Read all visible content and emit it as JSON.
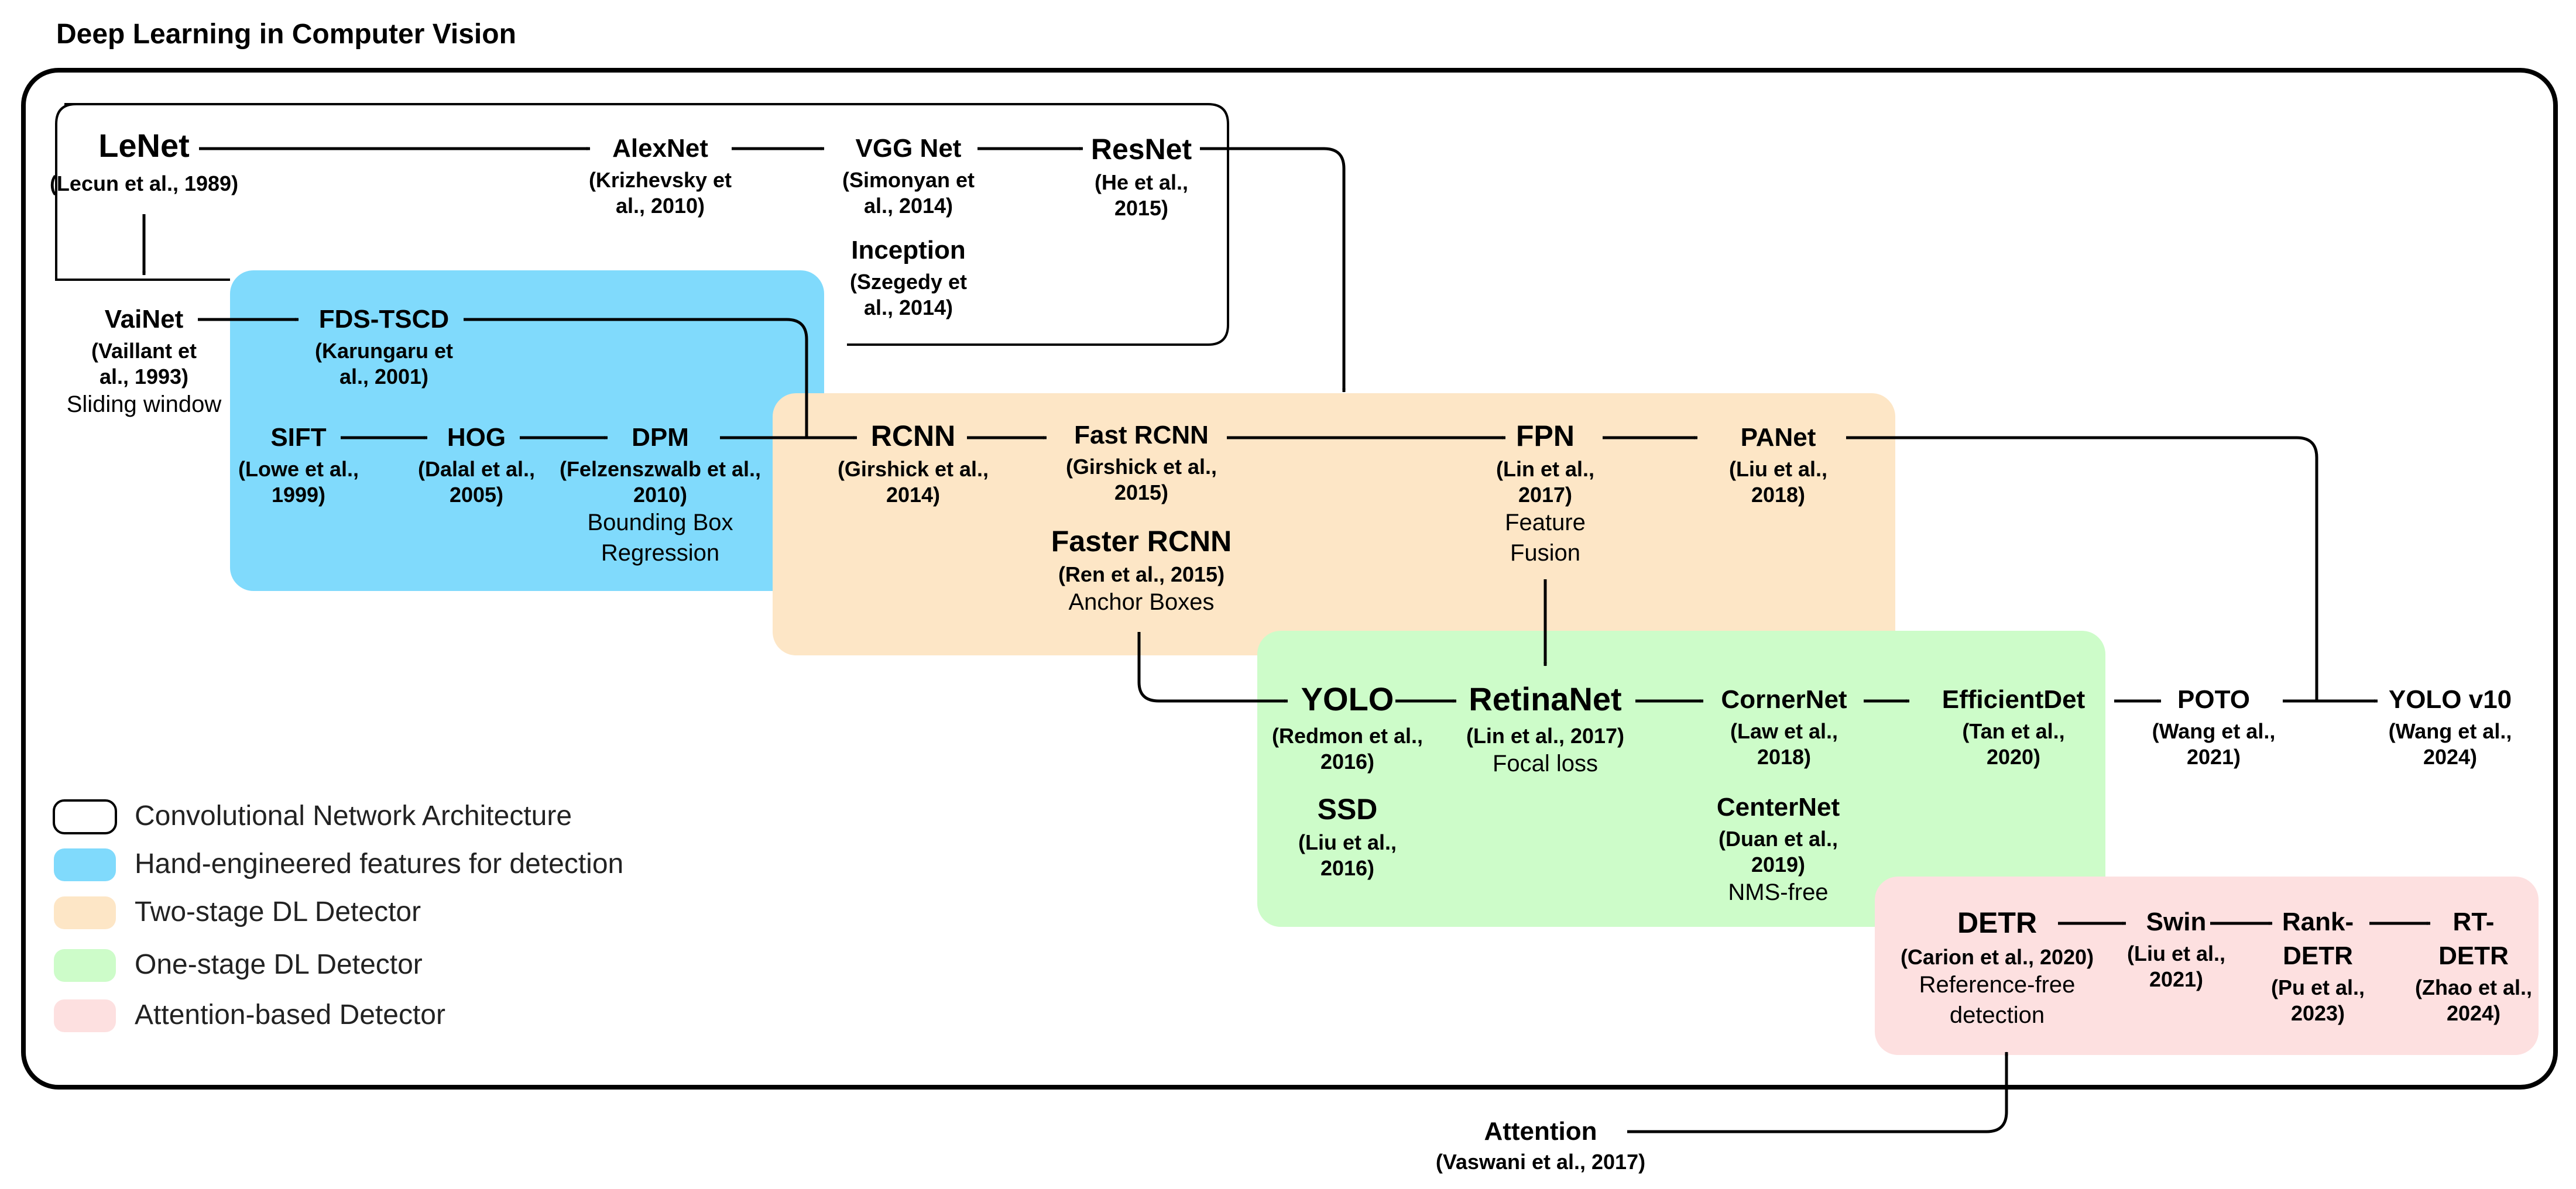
{
  "title": "Deep Learning in Computer Vision",
  "colors": {
    "conv": "#ffffff",
    "hand": "#80dafc",
    "two_stage": "#fde6c6",
    "one_stage": "#cdfcc9",
    "attention": "#fde0e0",
    "line": "#000000"
  },
  "legend": [
    {
      "label": "Convolutional Network Architecture",
      "color": "#ffffff"
    },
    {
      "label": "Hand-engineered features for detection",
      "color": "#80dafc"
    },
    {
      "label": "Two-stage DL Detector",
      "color": "#fde6c6"
    },
    {
      "label": "One-stage DL Detector",
      "color": "#cdfcc9"
    },
    {
      "label": "Attention-based Detector",
      "color": "#fde0e0"
    }
  ],
  "nodes": {
    "lenet": {
      "name": "LeNet",
      "cite": [
        "(Lecun et al., 1989)"
      ]
    },
    "alexnet": {
      "name": "AlexNet",
      "cite": [
        "(Krizhevsky et",
        "al., 2010)"
      ]
    },
    "vgg": {
      "name": "VGG Net",
      "cite": [
        "(Simonyan et",
        "al., 2014)"
      ]
    },
    "resnet": {
      "name": "ResNet",
      "cite": [
        "(He et al.,",
        "2015)"
      ]
    },
    "inception": {
      "name": "Inception",
      "cite": [
        "(Szegedy et",
        "al., 2014)"
      ]
    },
    "vainet": {
      "name": "VaiNet",
      "cite": [
        "(Vaillant et",
        "al., 1993)"
      ],
      "note": [
        "Sliding window"
      ]
    },
    "fds": {
      "name": "FDS-TSCD",
      "cite": [
        "(Karungaru et",
        "al., 2001)"
      ]
    },
    "sift": {
      "name": "SIFT",
      "cite": [
        "(Lowe et al.,",
        "1999)"
      ]
    },
    "hog": {
      "name": "HOG",
      "cite": [
        "(Dalal et al.,",
        "2005)"
      ]
    },
    "dpm": {
      "name": "DPM",
      "cite": [
        "(Felzenszwalb et al.,",
        "2010)"
      ],
      "note": [
        "Bounding Box",
        "Regression"
      ]
    },
    "rcnn": {
      "name": "RCNN",
      "cite": [
        "(Girshick et al.,",
        "2014)"
      ]
    },
    "fastrcnn": {
      "name": "Fast RCNN",
      "cite": [
        "(Girshick et al.,",
        "2015)"
      ]
    },
    "fasterrcnn": {
      "name": "Faster RCNN",
      "cite": [
        "(Ren et al., 2015)"
      ],
      "note": [
        "Anchor Boxes"
      ]
    },
    "fpn": {
      "name": "FPN",
      "cite": [
        "(Lin et al.,",
        "2017)"
      ],
      "note": [
        "Feature",
        "Fusion"
      ]
    },
    "panet": {
      "name": "PANet",
      "cite": [
        "(Liu et al.,",
        "2018)"
      ]
    },
    "yolo": {
      "name": "YOLO",
      "cite": [
        "(Redmon et al.,",
        "2016)"
      ]
    },
    "retinanet": {
      "name": "RetinaNet",
      "cite": [
        "(Lin et al., 2017)"
      ],
      "note": [
        "Focal loss"
      ]
    },
    "cornernet": {
      "name": "CornerNet",
      "cite": [
        "(Law et al.,",
        "2018)"
      ]
    },
    "efficientdet": {
      "name": "EfficientDet",
      "cite": [
        "(Tan et al.,",
        "2020)"
      ]
    },
    "ssd": {
      "name": "SSD",
      "cite": [
        "(Liu et al.,",
        "2016)"
      ]
    },
    "centernet": {
      "name": "CenterNet",
      "cite": [
        "(Duan et al.,",
        "2019)"
      ],
      "note": [
        "NMS-free"
      ]
    },
    "poto": {
      "name": "POTO",
      "cite": [
        "(Wang et al.,",
        "2021)"
      ]
    },
    "yolov10": {
      "name": "YOLO v10",
      "cite": [
        "(Wang et al.,",
        "2024)"
      ]
    },
    "detr": {
      "name": "DETR",
      "cite": [
        "(Carion et al., 2020)"
      ],
      "note": [
        "Reference-free",
        "detection"
      ]
    },
    "swin": {
      "name": "Swin",
      "cite": [
        "(Liu et al.,",
        "2021)"
      ]
    },
    "rankdetr": {
      "name": [
        "Rank-",
        "DETR"
      ],
      "cite": [
        "(Pu et al.,",
        "2023)"
      ]
    },
    "rtdetr": {
      "name": [
        "RT-",
        "DETR"
      ],
      "cite": [
        "(Zhao et al.,",
        "2024)"
      ]
    },
    "attention": {
      "name": "Attention",
      "cite": [
        "(Vaswani et al.,  2017)"
      ]
    }
  }
}
